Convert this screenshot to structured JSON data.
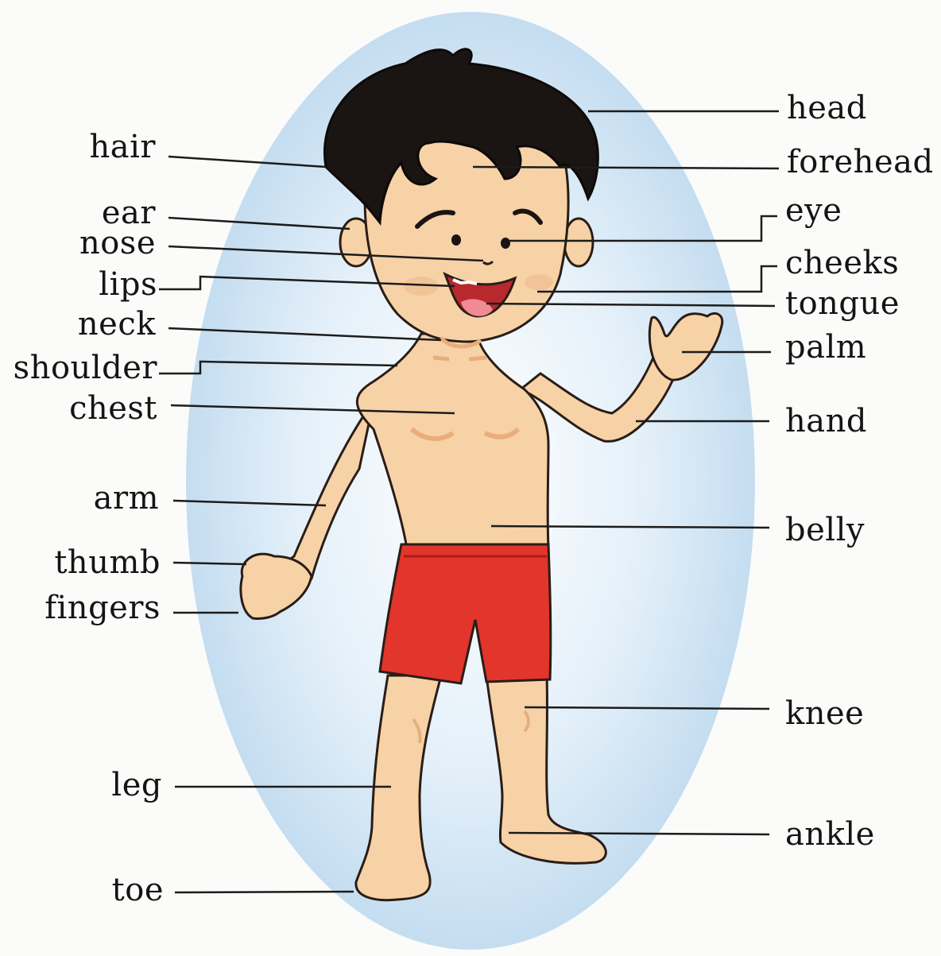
{
  "labels": {
    "head": "head",
    "forehead": "forehead",
    "eye": "eye",
    "cheeks": "cheeks",
    "tongue": "tongue",
    "palm": "palm",
    "hand": "hand",
    "belly": "belly",
    "knee": "knee",
    "ankle": "ankle",
    "hair": "hair",
    "ear": "ear",
    "nose": "nose",
    "lips": "lips",
    "neck": "neck",
    "shoulder": "shoulder",
    "chest": "chest",
    "arm": "arm",
    "thumb": "thumb",
    "fingers": "fingers",
    "leg": "leg",
    "toe": "toe"
  },
  "colors": {
    "background": "#fbfbfa",
    "oval": "#cfe4f3",
    "skin": "#f7d2a6",
    "skin_shade": "#e9ad7c",
    "hair": "#1a1412",
    "shorts": "#e2352c",
    "mouth": "#b8292e",
    "tongue": "#f08a93",
    "leader": "#1c1c1c"
  }
}
